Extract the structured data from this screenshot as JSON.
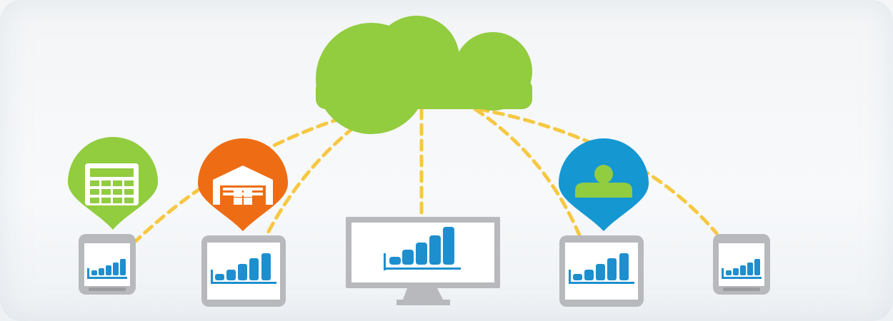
{
  "diagram": {
    "hub": {
      "icon": "cloud-icon"
    },
    "colors": {
      "background": "#f4f6f8",
      "cloud": "#92cc3f",
      "connector": "#f6c842",
      "device_frame": "#b7b9bc",
      "screen": "#ffffff",
      "bars": "#1e8fce",
      "pin_calculator": "#92cc3f",
      "pin_warehouse": "#ee6d14",
      "pin_user": "#1597d2",
      "user_figure": "#92cc3f"
    },
    "pins": [
      {
        "id": "calculator",
        "icon": "calculator-icon"
      },
      {
        "id": "warehouse",
        "icon": "warehouse-icon"
      },
      {
        "id": "user",
        "icon": "user-icon"
      }
    ],
    "devices": [
      {
        "id": "phone-left",
        "type": "phone",
        "icon": "bar-chart-icon"
      },
      {
        "id": "tablet-left",
        "type": "tablet",
        "icon": "bar-chart-icon"
      },
      {
        "id": "desktop-monitor",
        "type": "monitor",
        "icon": "bar-chart-icon"
      },
      {
        "id": "tablet-right",
        "type": "tablet",
        "icon": "bar-chart-icon"
      },
      {
        "id": "phone-right",
        "type": "phone",
        "icon": "bar-chart-icon"
      }
    ]
  }
}
